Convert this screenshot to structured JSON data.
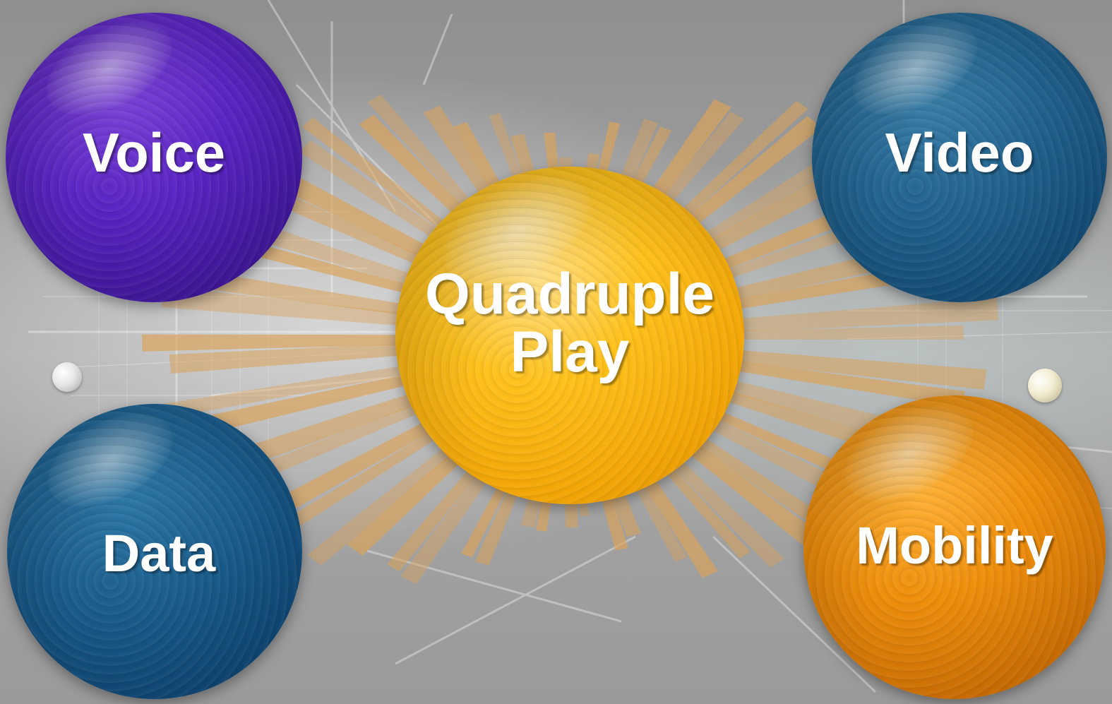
{
  "center": {
    "line1": "Quadruple",
    "line2": "Play"
  },
  "nodes": {
    "voice": "Voice",
    "video": "Video",
    "data": "Data",
    "mobility": "Mobility"
  },
  "colors": {
    "voice": "#5a25c4",
    "video": "#236490",
    "data": "#1c5f8f",
    "mobility": "#f08f0c",
    "center": "#ffc21c",
    "rays": "#d9a25a"
  }
}
